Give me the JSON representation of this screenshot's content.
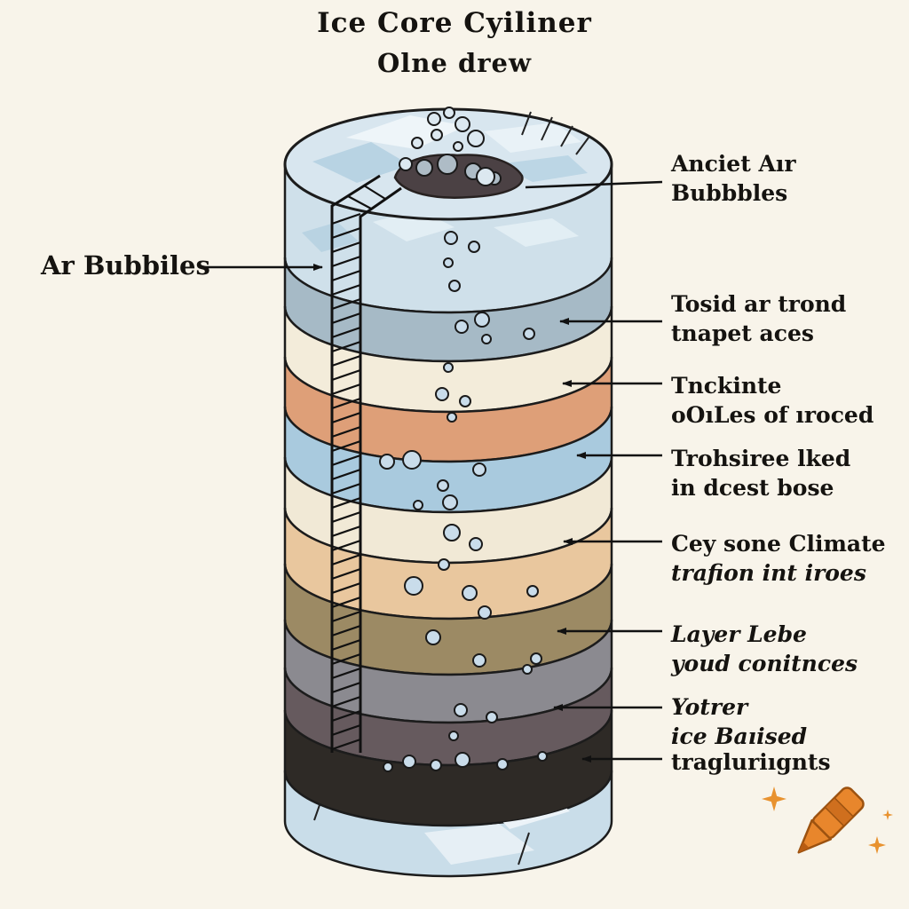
{
  "title": {
    "line1": "Ice Core Cyiliner",
    "line2": "Olne drew"
  },
  "left_annotation": {
    "line1": "Ar Bubbiles"
  },
  "annotations": [
    {
      "line1": "Anciet Aır",
      "line2": "Bubbbles"
    },
    {
      "line1": "Tosid ar trond",
      "line2": "tnapet aces"
    },
    {
      "line1": "Tnckinte",
      "line2": "oOıLes of ıroced"
    },
    {
      "line1": "Trohsiree lked",
      "line2": "in dcest bose"
    },
    {
      "line1": "Cey sone Climate",
      "line2": "traƒion int iroes"
    },
    {
      "line1": "Layer Lebe",
      "line2": "youd conitnces"
    },
    {
      "line1": "Yotrer",
      "line2": "ice Baıised"
    },
    {
      "line1": "tragluriıgnts"
    }
  ],
  "layers": [
    {
      "name": "surface-ice",
      "color": "#cfe0ea"
    },
    {
      "name": "slate-blue",
      "color": "#a6bac6"
    },
    {
      "name": "cream-1",
      "color": "#f3ecda"
    },
    {
      "name": "salmon",
      "color": "#de9f78"
    },
    {
      "name": "light-blue",
      "color": "#a9cade"
    },
    {
      "name": "cream-2",
      "color": "#f1e9d6"
    },
    {
      "name": "tan",
      "color": "#e9c79e"
    },
    {
      "name": "olive-brown",
      "color": "#9c8a64"
    },
    {
      "name": "gray",
      "color": "#8b8a90"
    },
    {
      "name": "dark-gray",
      "color": "#665a5e"
    },
    {
      "name": "black",
      "color": "#2e2a26"
    },
    {
      "name": "bottom-ice",
      "color": "#c9dde9"
    }
  ],
  "colors": {
    "background": "#f8f4ea",
    "outline": "#1c1c1c",
    "ice_top_fill": "#d8e6ef",
    "bubble_fill": "#c9dcea",
    "blob_fill": "#4b4144",
    "crayon_orange": "#e8862c",
    "sparkle_orange": "#e8922f"
  }
}
